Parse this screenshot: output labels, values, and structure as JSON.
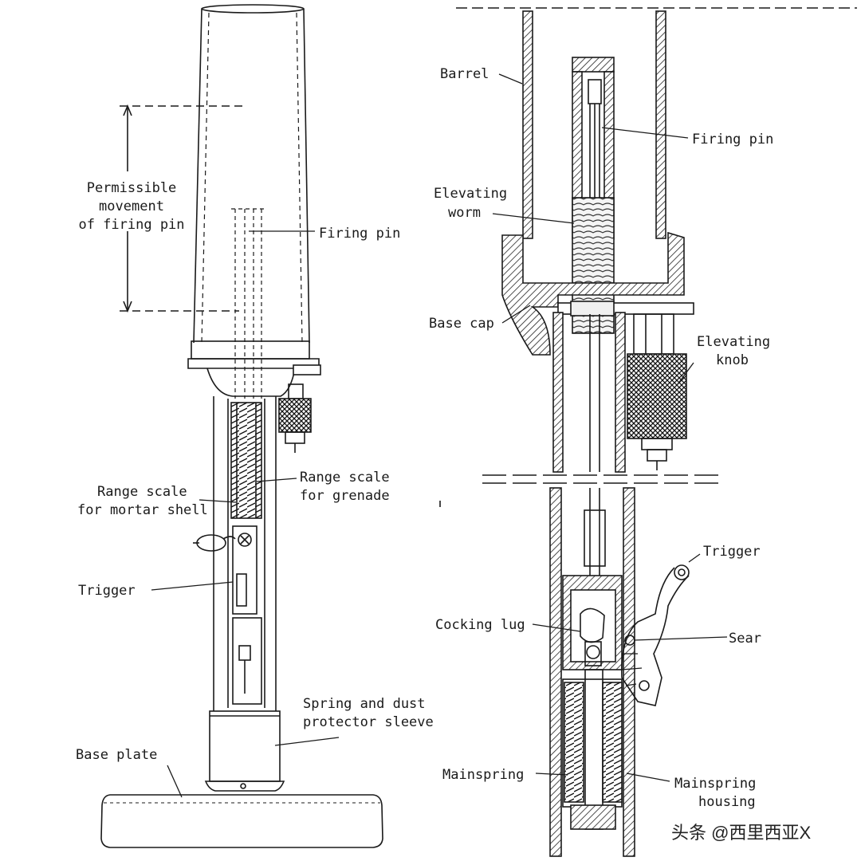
{
  "left_diagram": {
    "labels": {
      "permissible_1": "Permissible",
      "permissible_2": "movement",
      "permissible_3": "of firing pin",
      "firing_pin": "Firing pin",
      "range_mortar_1": "Range scale",
      "range_mortar_2": "for mortar shell",
      "range_grenade_1": "Range scale",
      "range_grenade_2": "for grenade",
      "trigger": "Trigger",
      "spring_sleeve_1": "Spring and dust",
      "spring_sleeve_2": "protector sleeve",
      "base_plate": "Base plate"
    }
  },
  "right_diagram": {
    "labels": {
      "barrel": "Barrel",
      "firing_pin": "Firing pin",
      "elevating_worm_1": "Elevating",
      "elevating_worm_2": "worm",
      "base_cap": "Base cap",
      "elevating_knob_1": "Elevating",
      "elevating_knob_2": "knob",
      "trigger": "Trigger",
      "cocking_lug": "Cocking lug",
      "sear": "Sear",
      "mainspring": "Mainspring",
      "mainspring_housing_1": "Mainspring",
      "mainspring_housing_2": "housing"
    }
  },
  "watermark": "头条 @西里西亚X"
}
